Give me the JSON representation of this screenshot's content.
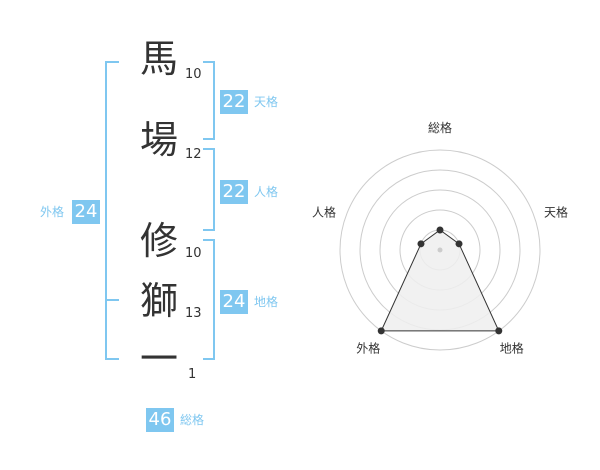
{
  "name_chars": [
    {
      "char": "馬",
      "strokes": "10"
    },
    {
      "char": "場",
      "strokes": "12"
    },
    {
      "char": "修",
      "strokes": "10"
    },
    {
      "char": "獅",
      "strokes": "13"
    },
    {
      "char": "一",
      "strokes": "1"
    }
  ],
  "kaku": {
    "tenkaku": {
      "value": "22",
      "label": "天格"
    },
    "jinkaku": {
      "value": "22",
      "label": "人格"
    },
    "chikaku": {
      "value": "24",
      "label": "地格"
    },
    "gaikaku": {
      "value": "24",
      "label": "外格"
    },
    "soukaku": {
      "value": "46",
      "label": "総格"
    }
  },
  "colors": {
    "accent": "#7fc7f0",
    "text": "#333333",
    "grid": "#cccccc",
    "fill": "#eeeeee"
  },
  "chart_data": {
    "type": "radar",
    "axes": [
      "総格",
      "天格",
      "地格",
      "外格",
      "人格"
    ],
    "values": [
      0.2,
      0.2,
      1.0,
      1.0,
      0.2
    ],
    "rmax": 1.0,
    "rings": 5
  }
}
